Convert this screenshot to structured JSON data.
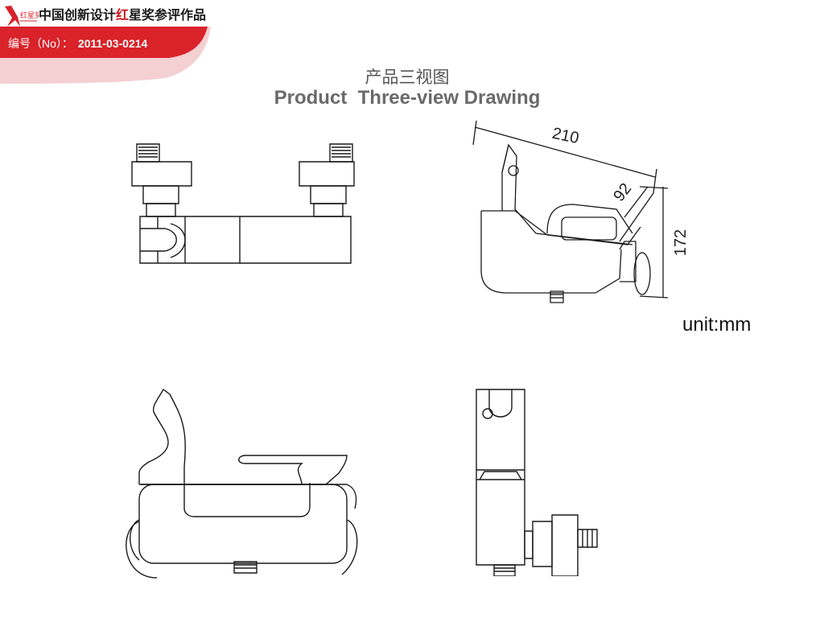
{
  "header": {
    "title_before": "中国创新设计",
    "title_accent": "红",
    "title_after": "星奖参评作品",
    "logo_text": "红星奖",
    "number_label": "编号（No）：",
    "number_value": "2011-03-0214"
  },
  "main": {
    "title_cn": "产品三视图",
    "title_en": "Product  Three-view Drawing"
  },
  "dimensions": {
    "width": "210",
    "depth": "92",
    "height": "172",
    "unit": "unit:mm"
  },
  "colors": {
    "brand_red": "#d9222a",
    "title_gray": "#6a6a6a",
    "line": "#1a1a1a"
  }
}
